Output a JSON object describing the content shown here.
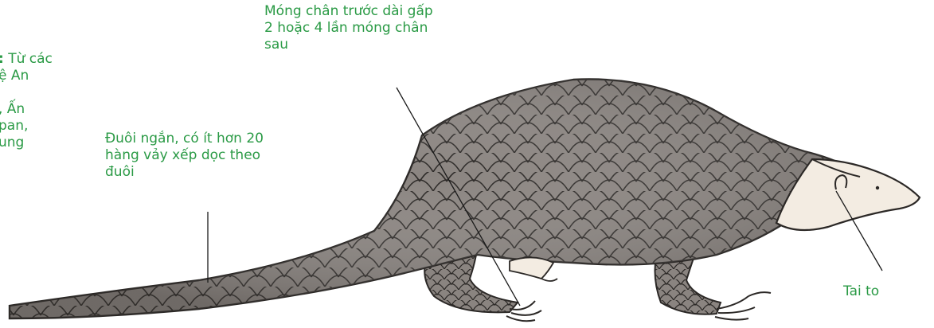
{
  "labels": {
    "front_claws": "Móng chân trước dài gấp\n2 hoặc 4 lần móng chân\nsau",
    "short_tail": "Đuôi ngắn, có ít hơn 20\nhàng vảy xếp dọc theo\nđuôi",
    "big_ears": "Tai to",
    "left_partial_line1_bold": ":",
    "left_partial_line1": " Từ các",
    "left_partial_rest": "ệ An\n\n, Ấn\npan,\nung"
  },
  "colors": {
    "label_text": "#2a9a45",
    "leader_line": "#1a1a1a",
    "scale_fill": "#8a8480",
    "scale_dark": "#5e5955",
    "scale_outline": "#2b2826",
    "face_fill": "#f3ece2"
  }
}
